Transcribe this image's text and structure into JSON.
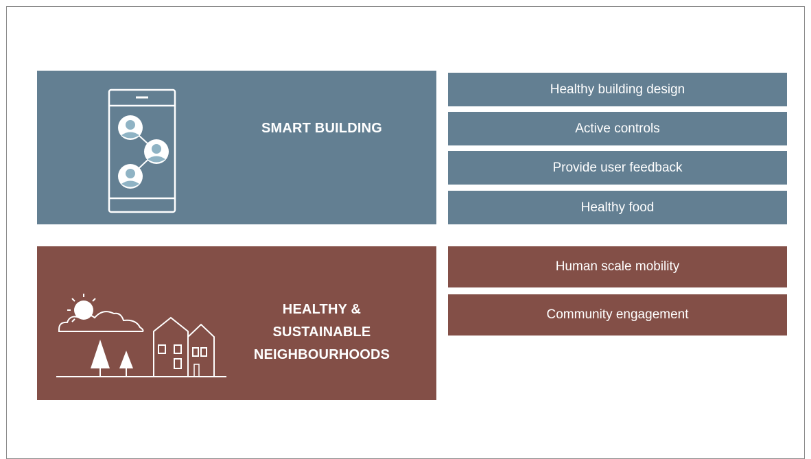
{
  "smart_building": {
    "title": "SMART BUILDING",
    "color": "#637f92",
    "icon": "smartphone-network-icon",
    "items": [
      "Healthy building design",
      "Active controls",
      "Provide user feedback",
      "Healthy food"
    ]
  },
  "neighbourhoods": {
    "title_lines": [
      "HEALTHY &",
      "SUSTAINABLE",
      "NEIGHBOURHOODS"
    ],
    "color": "#834f47",
    "icon": "houses-trees-sun-cloud-icon",
    "items": [
      "Human scale mobility",
      "Community engagement"
    ]
  }
}
